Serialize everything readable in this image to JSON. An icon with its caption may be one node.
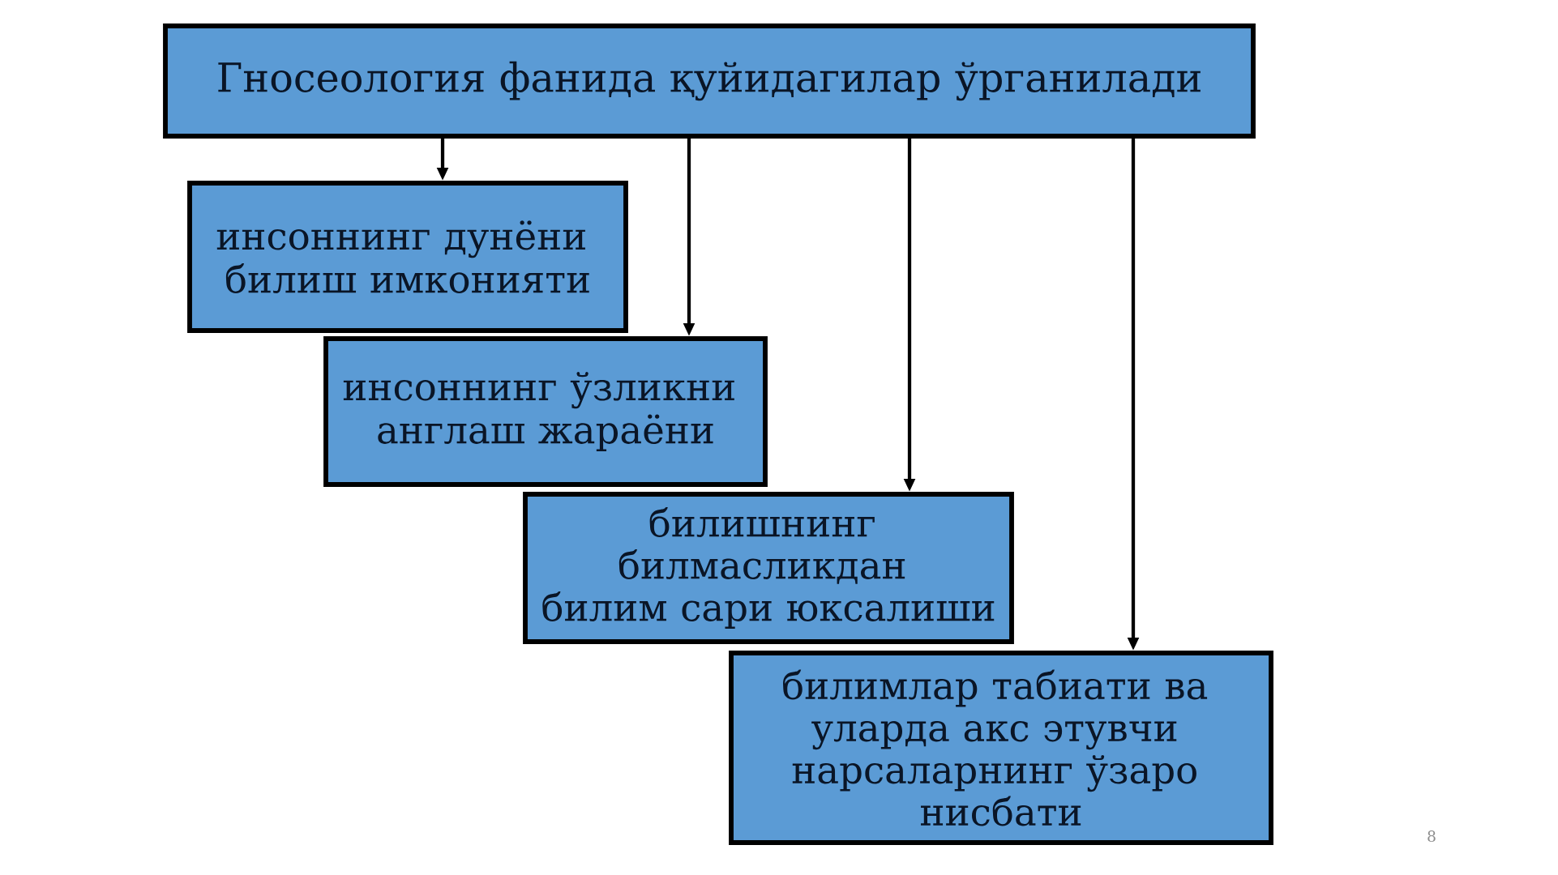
{
  "diagram": {
    "nodes": [
      {
        "text": [
          "Гносеология фанида қуйидагилар ўрганилади"
        ]
      },
      {
        "text": [
          "инсоннинг дунёни билиш имконияти"
        ]
      },
      {
        "text": [
          "инсоннинг ўзликни англаш жараёни"
        ]
      },
      {
        "text": [
          "билишнинг билмасликдан билим сари юксалиши"
        ]
      },
      {
        "text": [
          "билимлар табиати ва уларда акс этувчи нарсаларнинг ўзаро нисбати"
        ]
      }
    ],
    "edges": [
      {
        "from": 0,
        "to": 1,
        "arrow": "to"
      },
      {
        "from": 0,
        "to": 2,
        "arrow": "to"
      },
      {
        "from": 0,
        "to": 3,
        "arrow": "to"
      },
      {
        "from": 0,
        "to": 4,
        "arrow": "to"
      }
    ],
    "labels": [
      "8"
    ]
  }
}
